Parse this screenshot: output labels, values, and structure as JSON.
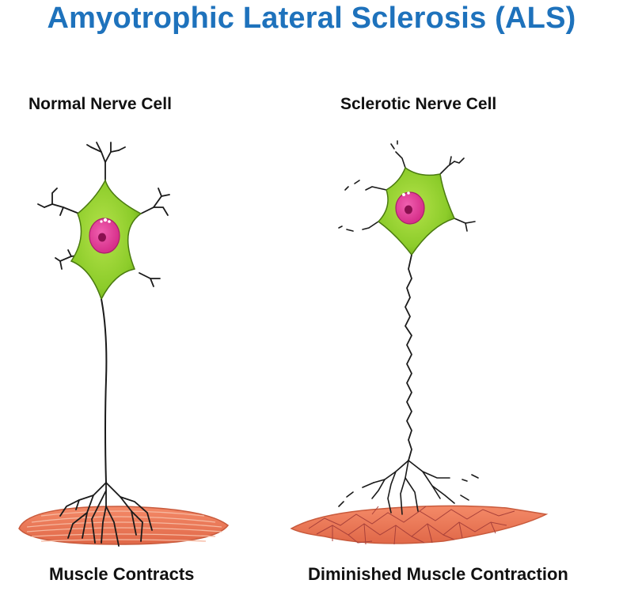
{
  "title": "Amyotrophic Lateral Sclerosis (ALS)",
  "panels": {
    "normal": {
      "heading": "Normal Nerve Cell",
      "caption": "Muscle Contracts"
    },
    "sclerotic": {
      "heading": "Sclerotic Nerve Cell",
      "caption": "Diminished Muscle Contraction"
    }
  },
  "colors": {
    "title": "#1e72bc",
    "cell_body": "#8ccc2a",
    "nucleus": "#e0308e",
    "muscle": "#ee7755",
    "axon": "#1a1a1a"
  }
}
